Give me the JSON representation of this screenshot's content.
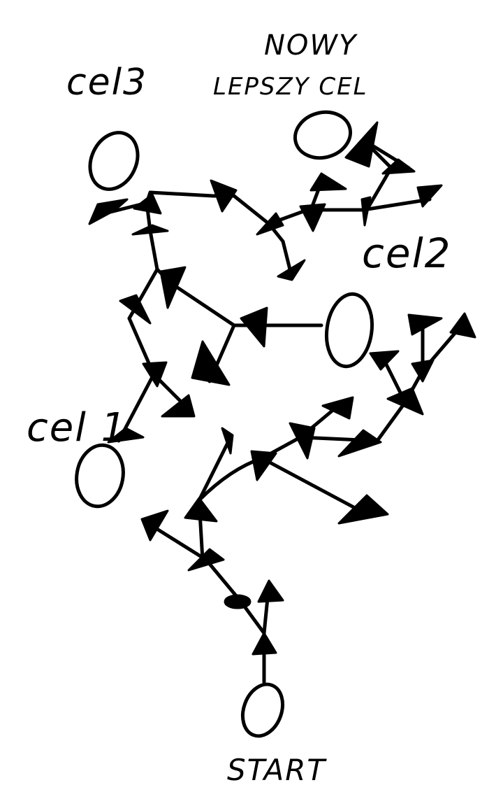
{
  "labels": {
    "cel3": "cel3",
    "nowy_line1": "NOWY",
    "nowy_line2": "LEPSZY CEL",
    "cel2": "cel2",
    "cel1": "cel 1",
    "start": "START"
  },
  "colors": {
    "ink": "#000000",
    "background": "#ffffff"
  }
}
